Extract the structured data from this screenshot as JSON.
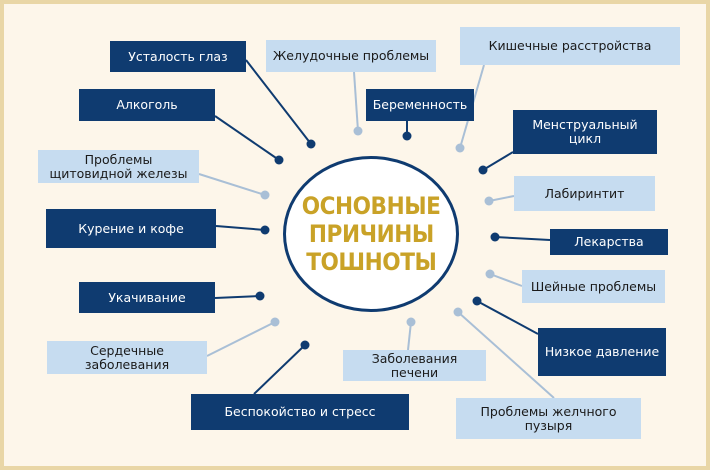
{
  "center": {
    "line1": "ОСНОВНЫЕ",
    "line2": "ПРИЧИНЫ",
    "line3": "ТОШНОТЫ"
  },
  "causes": [
    {
      "label": "Усталость глаз",
      "style": "dark"
    },
    {
      "label": "Алкоголь",
      "style": "dark"
    },
    {
      "label": "Проблемы щитовидной железы",
      "style": "light"
    },
    {
      "label": "Курение и кофе",
      "style": "dark"
    },
    {
      "label": "Укачивание",
      "style": "dark"
    },
    {
      "label": "Сердечные заболевания",
      "style": "light"
    },
    {
      "label": "Беспокойство и стресс",
      "style": "dark"
    },
    {
      "label": "Заболевания печени",
      "style": "light"
    },
    {
      "label": "Проблемы желчного пузыря",
      "style": "light"
    },
    {
      "label": "Низкое давление",
      "style": "dark"
    },
    {
      "label": "Шейные проблемы",
      "style": "light"
    },
    {
      "label": "Лекарства",
      "style": "dark"
    },
    {
      "label": "Лабиринтит",
      "style": "light"
    },
    {
      "label": "Менструальный цикл",
      "style": "dark"
    },
    {
      "label": "Кишечные расстройства",
      "style": "light"
    },
    {
      "label": "Беременность",
      "style": "dark"
    },
    {
      "label": "Желудочные проблемы",
      "style": "light"
    }
  ],
  "colors": {
    "dark": "#0f3b70",
    "light": "#c6dcf0",
    "gold": "#c9a227",
    "background": "#fdf6ea",
    "frame": "#e9d6a6"
  }
}
